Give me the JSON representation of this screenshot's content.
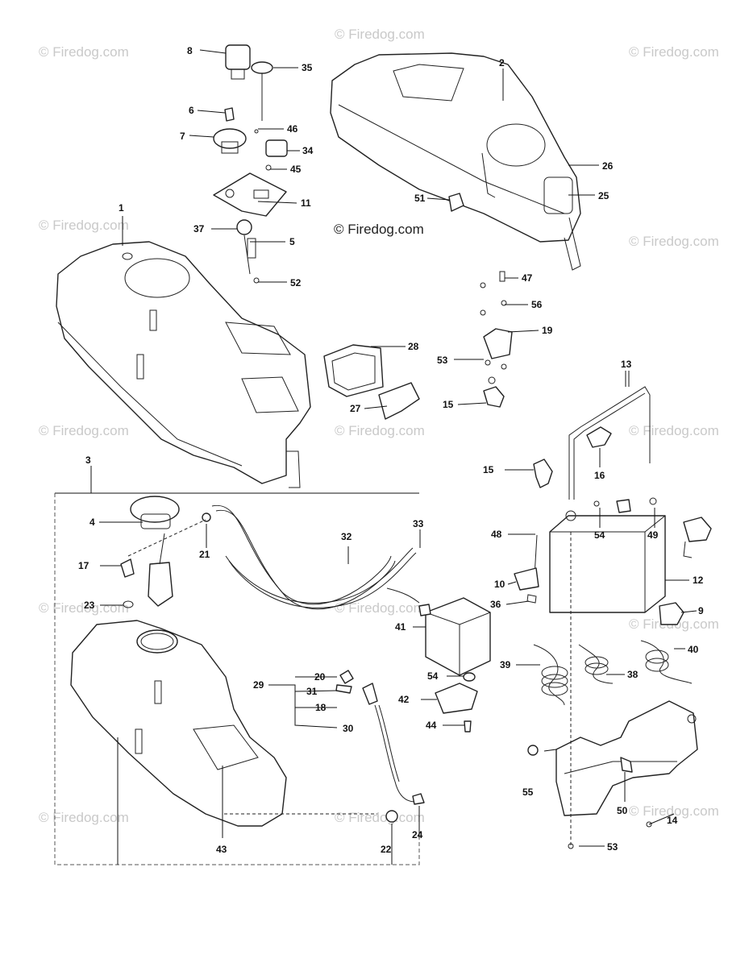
{
  "watermarks": {
    "tile_text": "© Firedog.com",
    "center_text": "© Firedog.com"
  },
  "callouts": {
    "c1": "1",
    "c2": "2",
    "c3": "3",
    "c4": "4",
    "c5": "5",
    "c6": "6",
    "c7": "7",
    "c8": "8",
    "c9": "9",
    "c10": "10",
    "c11": "11",
    "c12": "12",
    "c13": "13",
    "c14": "14",
    "c15a": "15",
    "c15b": "15",
    "c16": "16",
    "c17": "17",
    "c18": "18",
    "c19": "19",
    "c20": "20",
    "c21": "21",
    "c22": "22",
    "c23": "23",
    "c24": "24",
    "c25": "25",
    "c26": "26",
    "c27": "27",
    "c28": "28",
    "c29": "29",
    "c30": "30",
    "c31": "31",
    "c32": "32",
    "c33": "33",
    "c34": "34",
    "c35": "35",
    "c36": "36",
    "c37": "37",
    "c38": "38",
    "c39": "39",
    "c40": "40",
    "c41": "41",
    "c42": "42",
    "c43": "43",
    "c44": "44",
    "c45": "45",
    "c46": "46",
    "c47": "47",
    "c48": "48",
    "c49": "49",
    "c50": "50",
    "c51": "51",
    "c52": "52",
    "c53a": "53",
    "c53b": "53",
    "c54a": "54",
    "c54b": "54",
    "c55": "55",
    "c56": "56"
  }
}
